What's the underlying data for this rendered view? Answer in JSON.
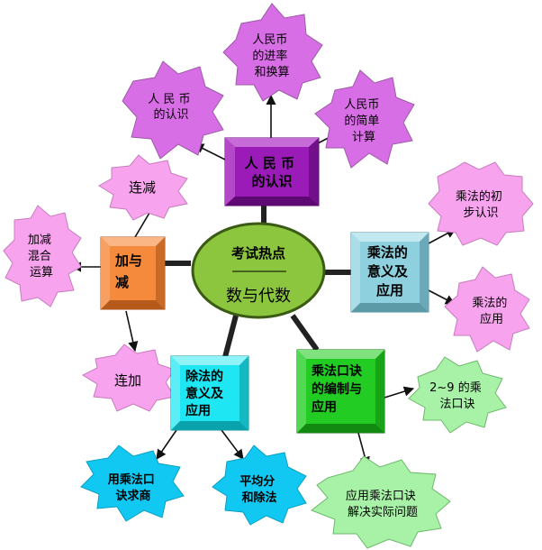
{
  "center": {
    "title": "考试热点",
    "subtitle": "数与代数"
  },
  "hubs": {
    "rmb": {
      "lines": [
        "人 民 币",
        "的认识"
      ],
      "color": "#9b1bb8"
    },
    "jiajian": {
      "lines": [
        "加与",
        "减"
      ],
      "color": "#f58a3c"
    },
    "chengfa": {
      "lines": [
        "乘法的",
        "意义及",
        "应用"
      ],
      "color": "#8fd0de"
    },
    "chufa": {
      "lines": [
        "除法的",
        "意义及",
        "应用"
      ],
      "color": "#1ee6f2"
    },
    "koujue": {
      "lines": [
        "乘法口诀",
        "的编制与",
        "应用"
      ],
      "color": "#22cc22"
    }
  },
  "leaves": {
    "rmb_renshi": {
      "lines": [
        "人 民 币",
        "的认识"
      ]
    },
    "rmb_jinlv": {
      "lines": [
        "人民币",
        "的进率",
        "和换算"
      ]
    },
    "rmb_jisuan": {
      "lines": [
        "人民币",
        "的简单",
        "计算"
      ]
    },
    "lianjian": {
      "lines": [
        "连减"
      ]
    },
    "hunhe": {
      "lines": [
        "加减",
        "混合",
        "运算"
      ]
    },
    "lianjia": {
      "lines": [
        "连加"
      ]
    },
    "cf_chubu": {
      "lines": [
        "乘法的初",
        "步认识"
      ]
    },
    "cf_yingyong": {
      "lines": [
        "乘法的",
        "应用"
      ]
    },
    "yong_koujue": {
      "lines": [
        "用乘法口",
        "诀求商"
      ]
    },
    "pingjun": {
      "lines": [
        "平均分",
        "和除法"
      ]
    },
    "kj_29": {
      "lines": [
        "2~9 的乘",
        "法口诀"
      ]
    },
    "kj_jiejue": {
      "lines": [
        "应用乘法口诀",
        "解决实际问题"
      ]
    }
  },
  "colors": {
    "purple_star": "#d86ee6",
    "pink_star": "#f7a3ee",
    "blue_star": "#10c8f2",
    "green_star": "#a8f2a8",
    "center_fill": "#8cc63f",
    "connector": "#222222"
  }
}
